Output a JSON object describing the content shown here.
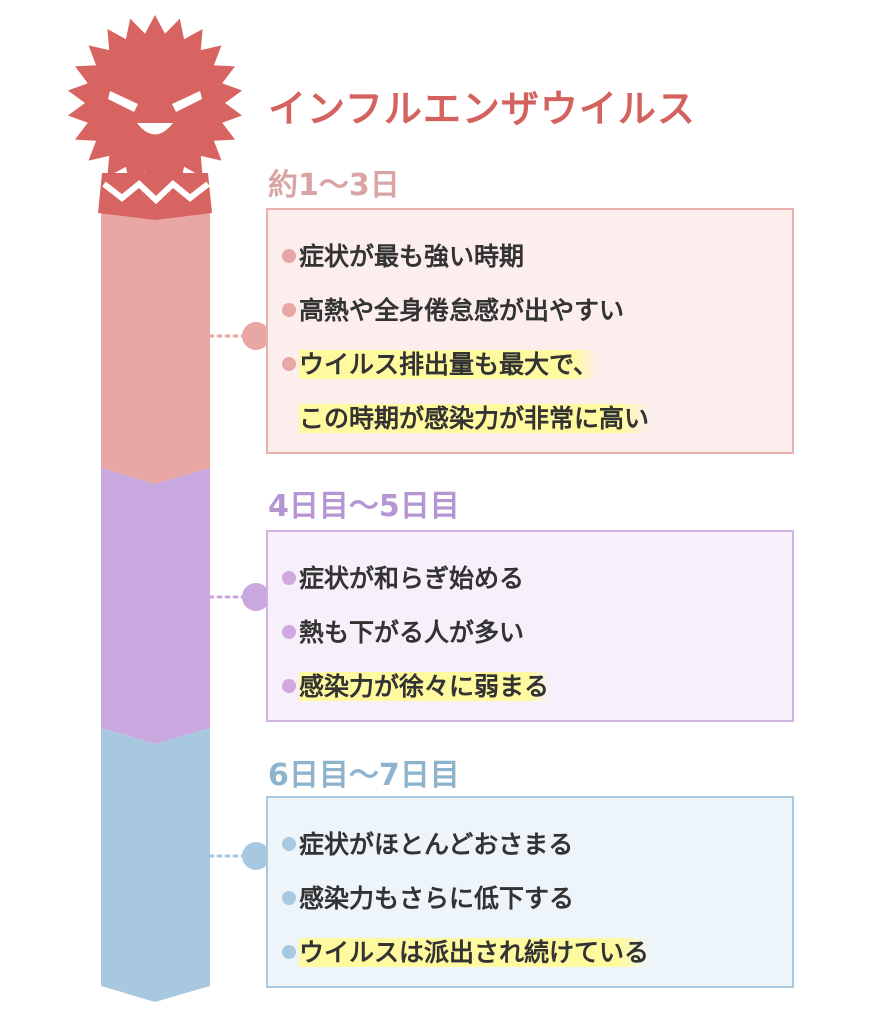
{
  "title": "インフルエンザウイルス",
  "colors": {
    "title": "#d4625f",
    "virus": "#d86461",
    "stage1": "#e8a7a4",
    "stage2": "#c9a8e0",
    "stage3": "#a8c8e0",
    "highlight": "#fff9a0"
  },
  "icons": {
    "virus": "virus-character-icon"
  },
  "stages": [
    {
      "label": "約1〜3日",
      "items": [
        "症状が最も強い時期",
        "高熱や全身倦怠感が出やすい",
        "ウイルス排出量も最大で、",
        "この時期が感染力が非常に高い"
      ]
    },
    {
      "label": "4日目〜5日目",
      "items": [
        "症状が和らぎ始める",
        "熱も下がる人が多い",
        "感染力が徐々に弱まる"
      ]
    },
    {
      "label": "6日目〜7日目",
      "items": [
        "症状がほとんどおさまる",
        "感染力もさらに低下する",
        "ウイルスは派出され続けている"
      ]
    }
  ]
}
